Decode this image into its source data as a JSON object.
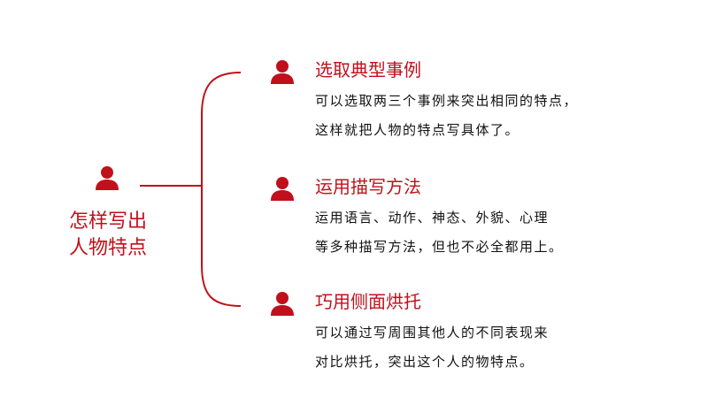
{
  "colors": {
    "accent": "#c0101b",
    "text": "#111111"
  },
  "root": {
    "icon": "person-icon",
    "label_lines": [
      "怎样写出",
      "人物特点"
    ]
  },
  "branches": [
    {
      "icon": "person-icon",
      "title": "选取典型事例",
      "desc_lines": [
        "可以选取两三个事例来突出相同的特点，",
        "这样就把人物的特点写具体了。"
      ]
    },
    {
      "icon": "person-icon",
      "title": "运用描写方法",
      "desc_lines": [
        "运用语言、动作、神态、外貌、心理",
        "等多种描写方法，但也不必全都用上。"
      ]
    },
    {
      "icon": "person-icon",
      "title": "巧用侧面烘托",
      "desc_lines": [
        "可以通过写周围其他人的不同表现来",
        "对比烘托，突出这个人的物特点。"
      ]
    }
  ]
}
